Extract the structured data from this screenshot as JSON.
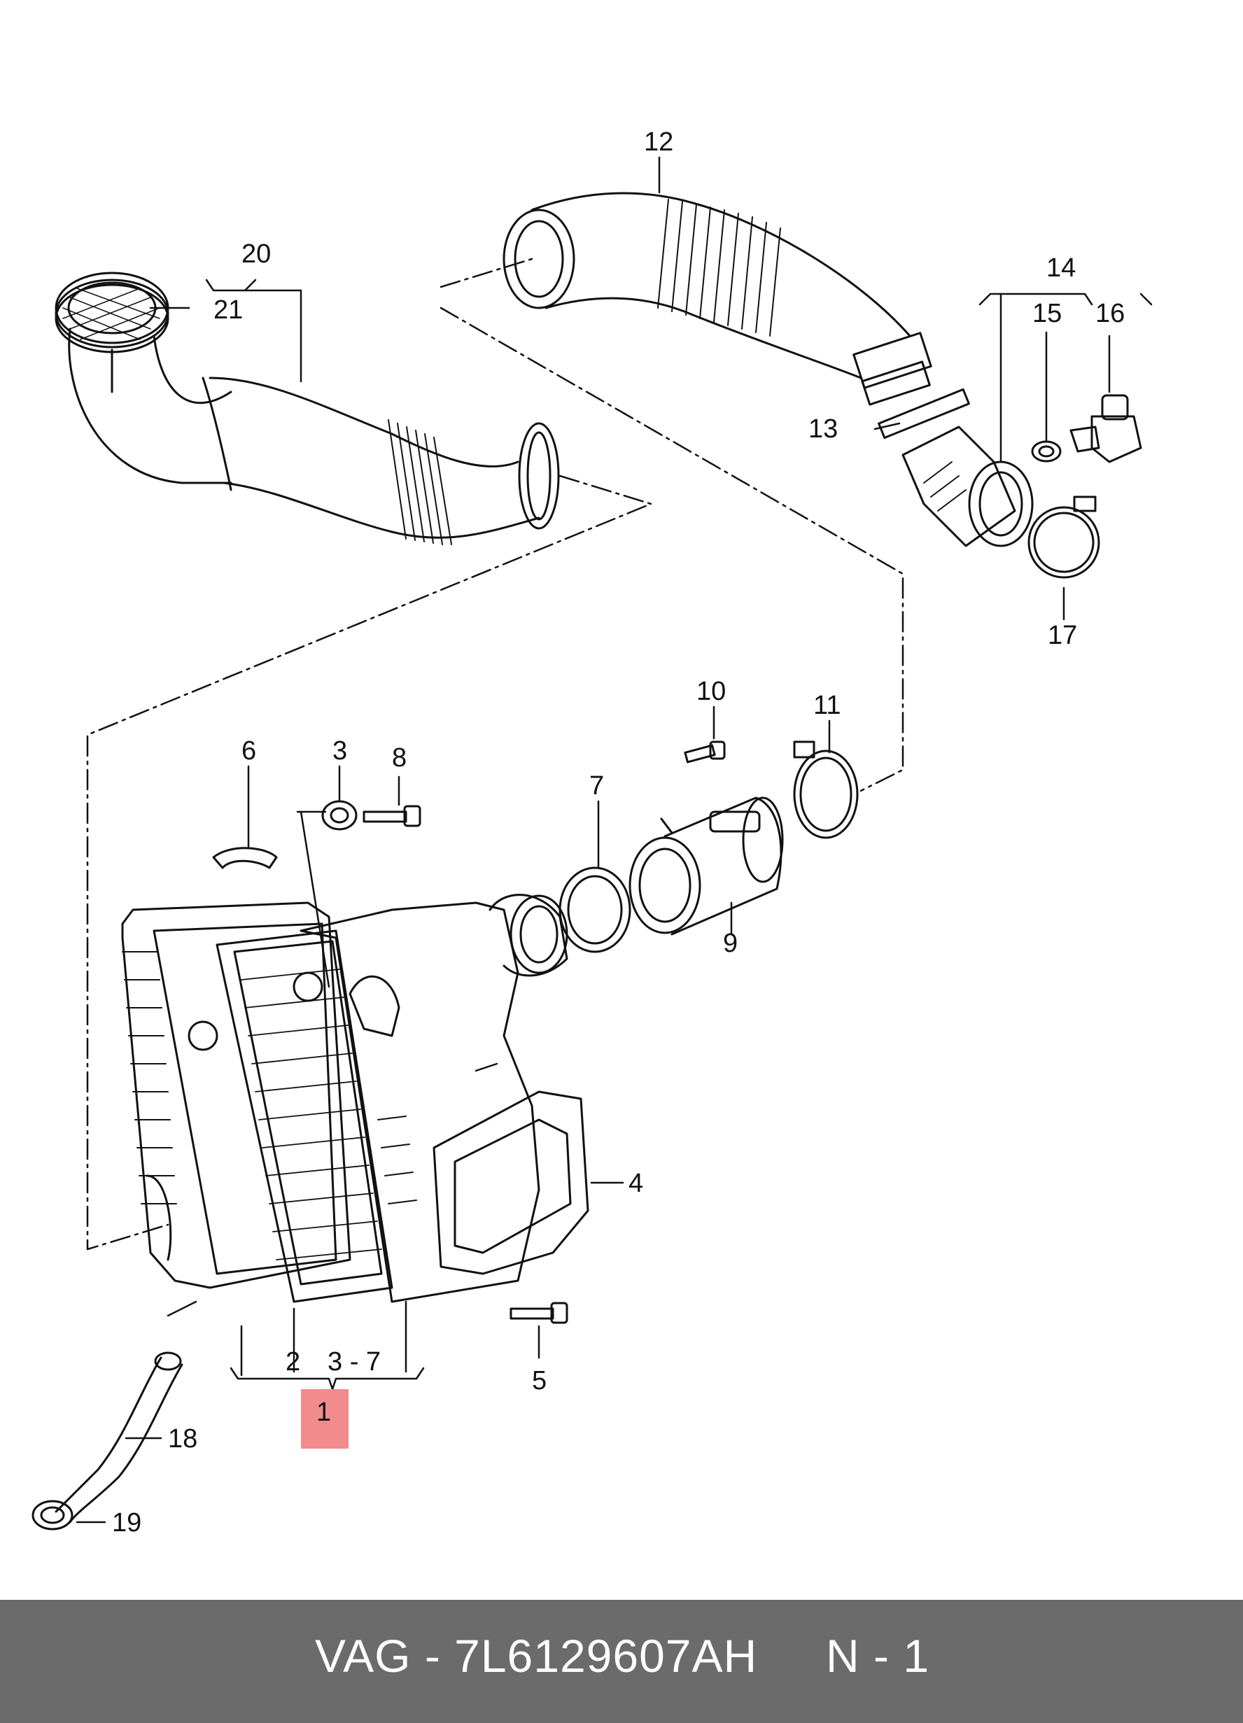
{
  "diagram": {
    "callouts": {
      "c1": "1",
      "c2": "2",
      "c3_7": "3 - 7",
      "c3": "3",
      "c4": "4",
      "c5": "5",
      "c6": "6",
      "c7": "7",
      "c8": "8",
      "c9": "9",
      "c10": "10",
      "c11": "11",
      "c12": "12",
      "c13": "13",
      "c14": "14",
      "c15": "15",
      "c16": "16",
      "c17": "17",
      "c18": "18",
      "c19": "19",
      "c20": "20",
      "c21": "21"
    },
    "highlight_color": "#f28b8b",
    "line_color": "#111111"
  },
  "footer": {
    "part_number": "VAG - 7L6129607AH",
    "quantity": "N - 1",
    "background": "#6b6b6b"
  }
}
